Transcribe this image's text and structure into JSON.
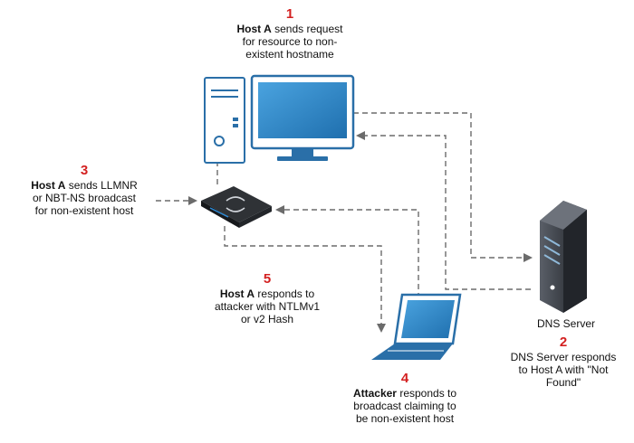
{
  "colors": {
    "step_number": "#d32020",
    "connector": "#6b6b6b",
    "monitor_screen": "#2f88c8",
    "server_body": "#3a3e45",
    "laptop_screen": "#2f88c8"
  },
  "icons": {
    "workstation": "desktop-computer-icon",
    "switch": "network-switch-icon",
    "server": "dns-server-icon",
    "laptop": "attacker-laptop-icon"
  },
  "dns_server_label": "DNS Server",
  "steps": [
    {
      "number": "1",
      "actor": "Host A",
      "lines": [
        "sends request",
        "for resource to non-",
        "existent hostname"
      ]
    },
    {
      "number": "2",
      "actor": "",
      "lines": [
        "DNS Server responds",
        "to Host A with \"Not",
        "Found\""
      ]
    },
    {
      "number": "3",
      "actor": "Host A",
      "lines": [
        "sends LLMNR",
        "or NBT-NS broadcast",
        "for non-existent host"
      ]
    },
    {
      "number": "4",
      "actor": "Attacker",
      "lines": [
        "responds to",
        "broadcast claiming to",
        "be non-existent host"
      ]
    },
    {
      "number": "5",
      "actor": "Host A",
      "lines": [
        "responds to",
        "attacker with NTLMv1",
        "or v2 Hash"
      ]
    }
  ]
}
